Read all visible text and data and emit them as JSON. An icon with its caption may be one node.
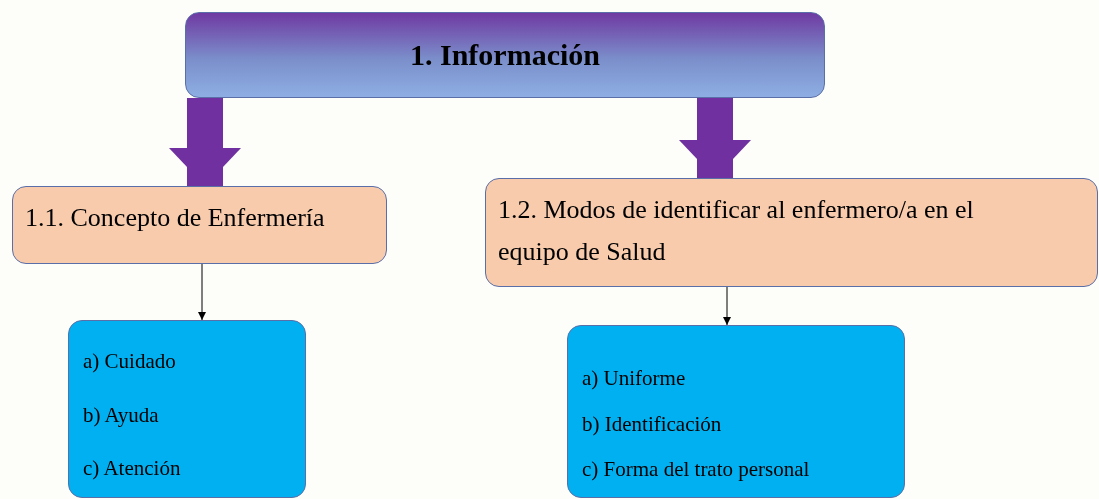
{
  "diagram": {
    "nodes": [
      {
        "text": [
          "1.  Información"
        ]
      },
      {
        "text": [
          "1.1. Concepto de Enfermería"
        ]
      },
      {
        "text": [
          "1.2. Modos de identificar al enfermero/a  en el equipo de Salud"
        ]
      },
      {
        "text": [
          "a) Cuidado",
          "b) Ayuda",
          "c) Atención"
        ]
      },
      {
        "text": [
          "a) Uniforme",
          "b) Identificación",
          "c) Forma del trato personal"
        ]
      }
    ],
    "edges": [
      {
        "from": 0,
        "to": 1,
        "arrow": "to",
        "style": "thick",
        "color": "#7030a0"
      },
      {
        "from": 0,
        "to": 2,
        "arrow": "to",
        "style": "thick",
        "color": "#7030a0"
      },
      {
        "from": 1,
        "to": 3,
        "arrow": "to",
        "color": "#000000"
      },
      {
        "from": 2,
        "to": 4,
        "arrow": "to",
        "color": "#000000"
      }
    ]
  }
}
